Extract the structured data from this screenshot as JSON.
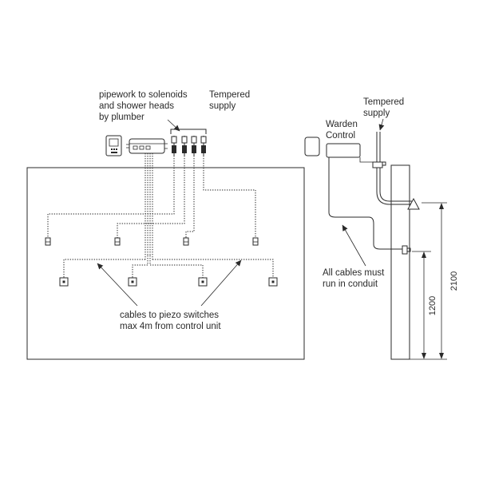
{
  "labels": {
    "pipework_line1": "pipework to solenoids",
    "pipework_line2": "and shower heads",
    "pipework_line3": "by plumber",
    "tempered_left_line1": "Tempered",
    "tempered_left_line2": "supply",
    "tempered_right_line1": "Tempered",
    "tempered_right_line2": "supply",
    "warden_line1": "Warden",
    "warden_line2": "Control",
    "cables_line1": "cables to piezo switches",
    "cables_line2": "max 4m from control unit",
    "conduit_line1": "All cables must",
    "conduit_line2": "run in conduit"
  },
  "dimensions": {
    "height_outer": "2100",
    "height_inner": "1200"
  }
}
